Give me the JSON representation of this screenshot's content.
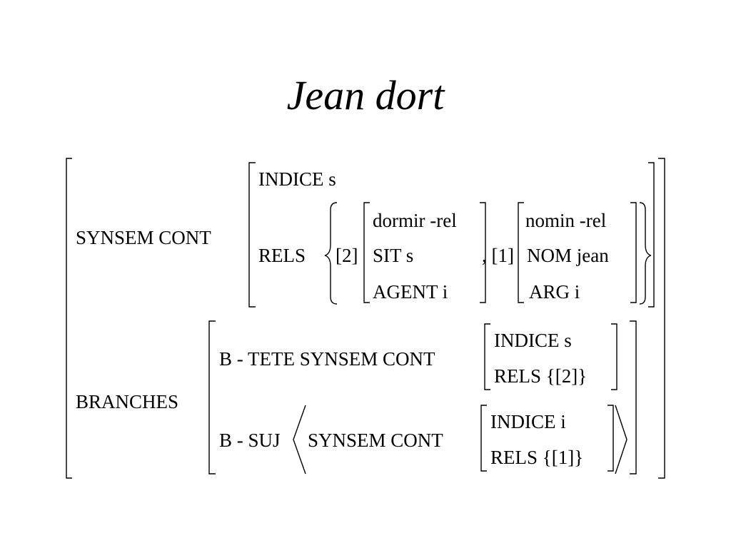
{
  "title": "Jean dort",
  "avm": {
    "synsem_cont": "SYNSEM CONT",
    "indice_s": "INDICE s",
    "rels": "RELS",
    "tag2": "[2]",
    "dormir_rel": "dormir -rel",
    "sit_s": "SIT s",
    "agent_i": "AGENT i",
    "comma_tag1": ", [1]",
    "nomin_rel": "nomin -rel",
    "nom_jean": "NOM jean",
    "arg_i": "ARG i",
    "branches": "BRANCHES",
    "b_tete_synsem_cont": "B - TETE SYNSEM CONT",
    "tete_indice": "INDICE s",
    "tete_rels": "RELS {[2]}",
    "b_suj": "B - SUJ",
    "suj_synsem_cont": "SYNSEM CONT",
    "suj_indice": "INDICE i",
    "suj_rels": "RELS {[1]}"
  }
}
